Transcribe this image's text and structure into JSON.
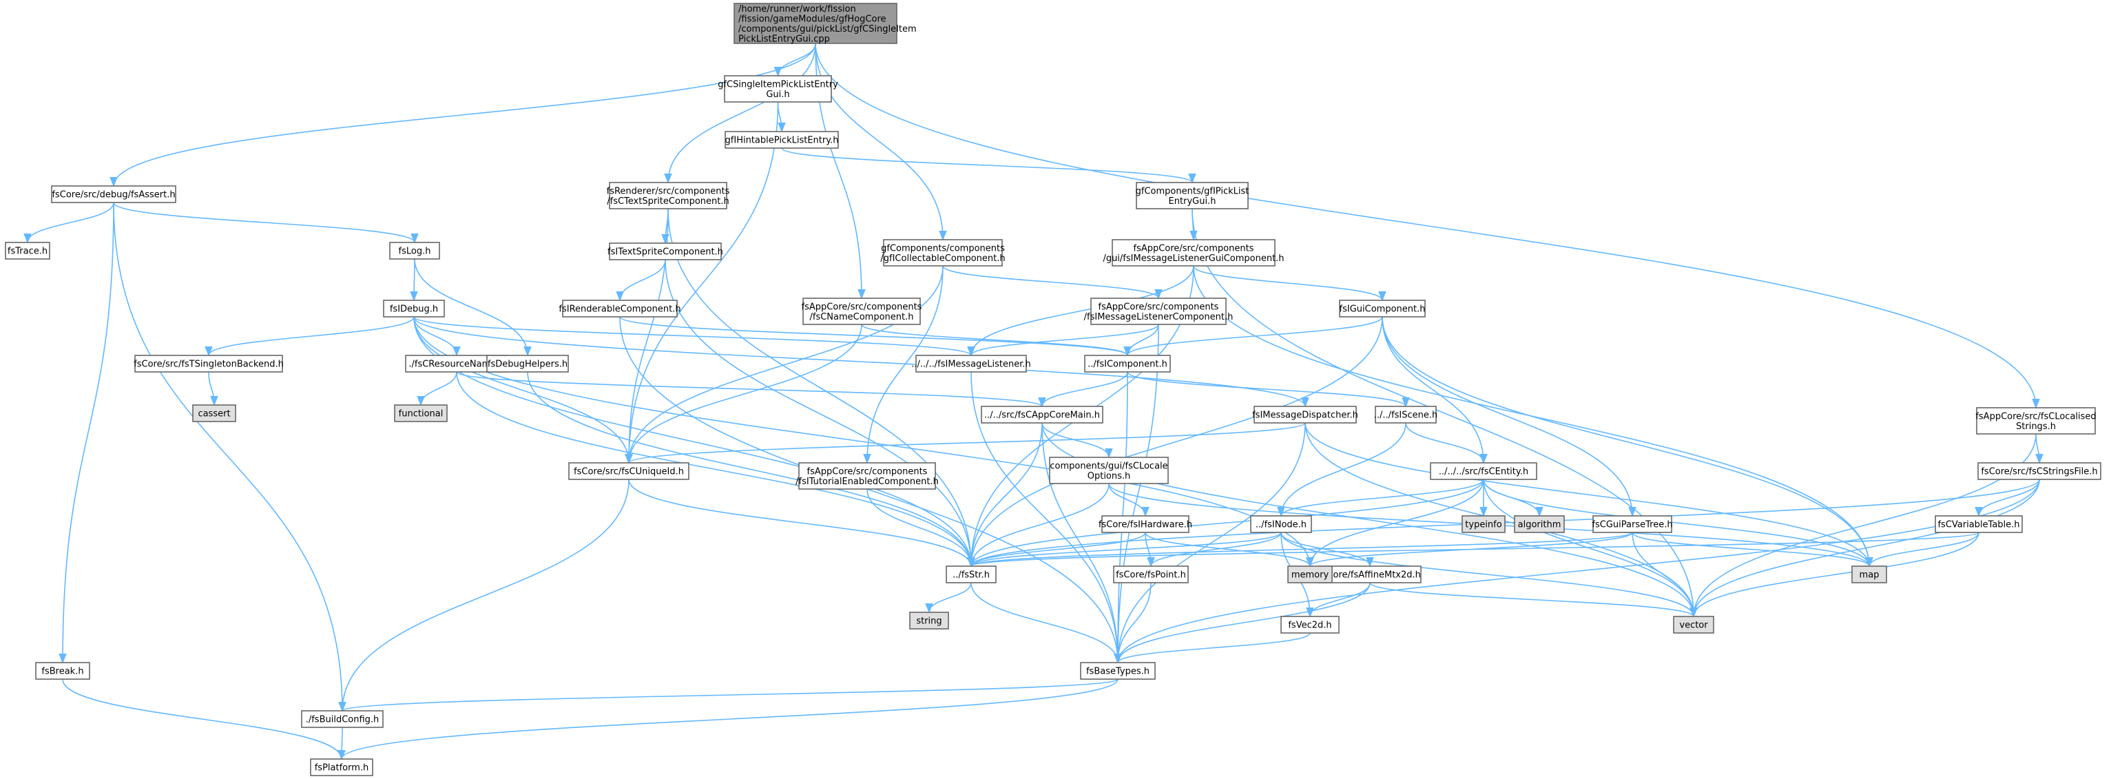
{
  "colors": {
    "edge": "#63b8ff",
    "box_border": "#666666",
    "root_fill": "#999999",
    "system_fill": "#e0e0e0",
    "box_fill": "#ffffff"
  },
  "nodes": [
    {
      "id": "root",
      "lines": [
        "/home/runner/work/fission",
        "/fission/gameModules/gfHogCore",
        "/components/gui/pickList/gfCSingleItem",
        "PickListEntryGui.cpp"
      ],
      "kind": "root"
    },
    {
      "id": "fsAssert",
      "lines": [
        "fsCore/src/debug/fsAssert.h"
      ],
      "kind": "file"
    },
    {
      "id": "fsTrace",
      "lines": [
        "fsTrace.h"
      ],
      "kind": "file"
    },
    {
      "id": "fsLog",
      "lines": [
        "fsLog.h"
      ],
      "kind": "file"
    },
    {
      "id": "fsIDebug",
      "lines": [
        "fsIDebug.h"
      ],
      "kind": "file"
    },
    {
      "id": "fsTSingleton",
      "lines": [
        "fsCore/src/fsTSingletonBackend.h"
      ],
      "kind": "file"
    },
    {
      "id": "cassert",
      "lines": [
        "cassert"
      ],
      "kind": "system"
    },
    {
      "id": "fsCResourceName",
      "lines": [
        "./fsCResourceName.h"
      ],
      "kind": "file"
    },
    {
      "id": "functional",
      "lines": [
        "functional"
      ],
      "kind": "system"
    },
    {
      "id": "fsDebugHelpers",
      "lines": [
        "fsDebugHelpers.h"
      ],
      "kind": "file"
    },
    {
      "id": "fsBreak",
      "lines": [
        "fsBreak.h"
      ],
      "kind": "file"
    },
    {
      "id": "fsBuildConfig",
      "lines": [
        "./fsBuildConfig.h"
      ],
      "kind": "file"
    },
    {
      "id": "fsPlatform",
      "lines": [
        "fsPlatform.h"
      ],
      "kind": "file"
    },
    {
      "id": "gfCSingleItem",
      "lines": [
        "gfCSingleItemPickListEntry",
        "Gui.h"
      ],
      "kind": "file"
    },
    {
      "id": "gfIHintable",
      "lines": [
        "gfIHintablePickListEntry.h"
      ],
      "kind": "file"
    },
    {
      "id": "fsCTextSprite",
      "lines": [
        "fsRenderer/src/components",
        "/fsCTextSpriteComponent.h"
      ],
      "kind": "file"
    },
    {
      "id": "fsITextSprite",
      "lines": [
        "fsITextSpriteComponent.h"
      ],
      "kind": "file"
    },
    {
      "id": "fsIRenderable",
      "lines": [
        "fsIRenderableComponent.h"
      ],
      "kind": "file"
    },
    {
      "id": "gfICollectable",
      "lines": [
        "gfComponents/components",
        "/gfICollectableComponent.h"
      ],
      "kind": "file"
    },
    {
      "id": "fsCNameComp",
      "lines": [
        "fsAppCore/src/components",
        "/fsCNameComponent.h"
      ],
      "kind": "file"
    },
    {
      "id": "fsIMsgListenerComp",
      "lines": [
        "fsAppCore/src/components",
        "/fsIMessageListenerComponent.h"
      ],
      "kind": "file"
    },
    {
      "id": "gfIPickList",
      "lines": [
        "gfComponents/gfIPickList",
        "EntryGui.h"
      ],
      "kind": "file"
    },
    {
      "id": "fsIMsgListenerGui",
      "lines": [
        "fsAppCore/src/components",
        "/gui/fsIMessageListenerGuiComponent.h"
      ],
      "kind": "file"
    },
    {
      "id": "fsIGuiComponent",
      "lines": [
        "fsIGuiComponent.h"
      ],
      "kind": "file"
    },
    {
      "id": "fsIMsgListener",
      "lines": [
        "../../../fsIMessageListener.h"
      ],
      "kind": "file"
    },
    {
      "id": "fsIComponent",
      "lines": [
        "../fsIComponent.h"
      ],
      "kind": "file"
    },
    {
      "id": "fsIScene",
      "lines": [
        "../../fsIScene.h"
      ],
      "kind": "file"
    },
    {
      "id": "fsCAppCoreMain",
      "lines": [
        "../../src/fsCAppCoreMain.h"
      ],
      "kind": "file"
    },
    {
      "id": "fsIMsgDispatcher",
      "lines": [
        "fsIMessageDispatcher.h"
      ],
      "kind": "file"
    },
    {
      "id": "fsCUniqueId",
      "lines": [
        "fsCore/src/fsCUniqueId.h"
      ],
      "kind": "file"
    },
    {
      "id": "fsITutorial",
      "lines": [
        "fsAppCore/src/components",
        "/fsITutorialEnabledComponent.h"
      ],
      "kind": "file"
    },
    {
      "id": "fsCLocaleOptions",
      "lines": [
        "components/gui/fsCLocale",
        "Options.h"
      ],
      "kind": "file"
    },
    {
      "id": "fsCEntity",
      "lines": [
        "../../../src/fsCEntity.h"
      ],
      "kind": "file"
    },
    {
      "id": "typeinfo",
      "lines": [
        "typeinfo"
      ],
      "kind": "system"
    },
    {
      "id": "algorithm",
      "lines": [
        "algorithm"
      ],
      "kind": "system"
    },
    {
      "id": "fsIHardware",
      "lines": [
        "fsCore/fsIHardware.h"
      ],
      "kind": "file"
    },
    {
      "id": "fsINode",
      "lines": [
        "../fsINode.h"
      ],
      "kind": "file"
    },
    {
      "id": "fsCGuiParseTree",
      "lines": [
        "fsCGuiParseTree.h"
      ],
      "kind": "file"
    },
    {
      "id": "fsAffineMtx2d",
      "lines": [
        "fsCore/fsAffineMtx2d.h"
      ],
      "kind": "file"
    },
    {
      "id": "memory",
      "lines": [
        "memory"
      ],
      "kind": "system"
    },
    {
      "id": "fsStr",
      "lines": [
        "../fsStr.h"
      ],
      "kind": "file"
    },
    {
      "id": "string",
      "lines": [
        "string"
      ],
      "kind": "system"
    },
    {
      "id": "fsPoint",
      "lines": [
        "fsCore/fsPoint.h"
      ],
      "kind": "file"
    },
    {
      "id": "fsVec2d",
      "lines": [
        "fsVec2d.h"
      ],
      "kind": "file"
    },
    {
      "id": "vector",
      "lines": [
        "vector"
      ],
      "kind": "system"
    },
    {
      "id": "map",
      "lines": [
        "map"
      ],
      "kind": "system"
    },
    {
      "id": "fsBaseTypes",
      "lines": [
        "fsBaseTypes.h"
      ],
      "kind": "file"
    },
    {
      "id": "fsCLocalisedStrings",
      "lines": [
        "fsAppCore/src/fsCLocalised",
        "Strings.h"
      ],
      "kind": "file"
    },
    {
      "id": "fsCStringsFile",
      "lines": [
        "fsCore/src/fsCStringsFile.h"
      ],
      "kind": "file"
    },
    {
      "id": "fsCVariableTable",
      "lines": [
        "fsCVariableTable.h"
      ],
      "kind": "file"
    }
  ],
  "edges": [
    [
      "root",
      "fsAssert"
    ],
    [
      "root",
      "gfCSingleItem"
    ],
    [
      "root",
      "fsCTextSprite"
    ],
    [
      "root",
      "gfICollectable"
    ],
    [
      "root",
      "fsCNameComp"
    ],
    [
      "root",
      "fsCLocalisedStrings"
    ],
    [
      "fsAssert",
      "fsTrace"
    ],
    [
      "fsAssert",
      "fsLog"
    ],
    [
      "fsAssert",
      "fsBreak"
    ],
    [
      "fsAssert",
      "fsBuildConfig"
    ],
    [
      "fsLog",
      "fsIDebug"
    ],
    [
      "fsLog",
      "fsDebugHelpers"
    ],
    [
      "fsIDebug",
      "fsTSingleton"
    ],
    [
      "fsIDebug",
      "fsCResourceName"
    ],
    [
      "fsIDebug",
      "fsStr"
    ],
    [
      "fsIDebug",
      "fsCUniqueId"
    ],
    [
      "fsIDebug",
      "fsIMsgListener"
    ],
    [
      "fsIDebug",
      "fsIMsgDispatcher"
    ],
    [
      "fsIDebug",
      "memory"
    ],
    [
      "fsTSingleton",
      "cassert"
    ],
    [
      "fsCResourceName",
      "functional"
    ],
    [
      "fsCResourceName",
      "fsStr"
    ],
    [
      "fsCResourceName",
      "fsCAppCoreMain"
    ],
    [
      "fsDebugHelpers",
      "fsStr"
    ],
    [
      "fsBreak",
      "fsPlatform"
    ],
    [
      "fsBuildConfig",
      "fsPlatform"
    ],
    [
      "gfCSingleItem",
      "gfIHintable"
    ],
    [
      "gfCSingleItem",
      "fsCUniqueId"
    ],
    [
      "gfIHintable",
      "gfIPickList"
    ],
    [
      "gfIPickList",
      "fsIMsgListenerGui"
    ],
    [
      "gfIPickList",
      "vector"
    ],
    [
      "fsCTextSprite",
      "fsITextSprite"
    ],
    [
      "fsCTextSprite",
      "fsStr"
    ],
    [
      "fsCTextSprite",
      "fsCUniqueId"
    ],
    [
      "fsITextSprite",
      "fsIRenderable"
    ],
    [
      "fsITextSprite",
      "fsStr"
    ],
    [
      "fsIRenderable",
      "fsIComponent"
    ],
    [
      "fsIRenderable",
      "fsBaseTypes"
    ],
    [
      "gfICollectable",
      "fsIMsgListenerComp"
    ],
    [
      "gfICollectable",
      "fsITutorial"
    ],
    [
      "gfICollectable",
      "fsCUniqueId"
    ],
    [
      "fsCNameComp",
      "fsIComponent"
    ],
    [
      "fsCNameComp",
      "fsCUniqueId"
    ],
    [
      "fsIMsgListenerComp",
      "fsIComponent"
    ],
    [
      "fsIMsgListenerComp",
      "fsIMsgListener"
    ],
    [
      "fsIMsgListenerComp",
      "fsBaseTypes"
    ],
    [
      "fsIMsgListenerGui",
      "fsIGuiComponent"
    ],
    [
      "fsIMsgListenerGui",
      "fsIMsgListener"
    ],
    [
      "fsIMsgListenerGui",
      "fsStr"
    ],
    [
      "fsIMsgListenerGui",
      "map"
    ],
    [
      "fsIGuiComponent",
      "fsIComponent"
    ],
    [
      "fsIGuiComponent",
      "fsCEntity"
    ],
    [
      "fsIGuiComponent",
      "fsCGuiParseTree"
    ],
    [
      "fsIGuiComponent",
      "fsStr"
    ],
    [
      "fsIGuiComponent",
      "map"
    ],
    [
      "fsIMsgListener",
      "fsBaseTypes"
    ],
    [
      "fsIComponent",
      "fsCAppCoreMain"
    ],
    [
      "fsIComponent",
      "fsIScene"
    ],
    [
      "fsIComponent",
      "fsBaseTypes"
    ],
    [
      "fsIScene",
      "fsCEntity"
    ],
    [
      "fsIScene",
      "fsINode"
    ],
    [
      "fsCAppCoreMain",
      "fsCLocaleOptions"
    ],
    [
      "fsCAppCoreMain",
      "fsStr"
    ],
    [
      "fsCAppCoreMain",
      "fsBaseTypes"
    ],
    [
      "fsCAppCoreMain",
      "vector"
    ],
    [
      "fsIMsgDispatcher",
      "fsCUniqueId"
    ],
    [
      "fsIMsgDispatcher",
      "map"
    ],
    [
      "fsIMsgDispatcher",
      "vector"
    ],
    [
      "fsIMsgDispatcher",
      "fsBaseTypes"
    ],
    [
      "fsCUniqueId",
      "fsStr"
    ],
    [
      "fsCUniqueId",
      "fsBuildConfig"
    ],
    [
      "fsITutorial",
      "fsStr"
    ],
    [
      "fsCLocaleOptions",
      "fsIHardware"
    ],
    [
      "fsCLocaleOptions",
      "fsStr"
    ],
    [
      "fsCLocaleOptions",
      "map"
    ],
    [
      "fsCEntity",
      "typeinfo"
    ],
    [
      "fsCEntity",
      "algorithm"
    ],
    [
      "fsCEntity",
      "fsINode"
    ],
    [
      "fsCEntity",
      "memory"
    ],
    [
      "fsCEntity",
      "vector"
    ],
    [
      "fsCEntity",
      "map"
    ],
    [
      "fsCEntity",
      "fsStr"
    ],
    [
      "fsIHardware",
      "fsPoint"
    ],
    [
      "fsIHardware",
      "fsStr"
    ],
    [
      "fsIHardware",
      "memory"
    ],
    [
      "fsINode",
      "fsAffineMtx2d"
    ],
    [
      "fsINode",
      "fsPoint"
    ],
    [
      "fsINode",
      "fsVec2d"
    ],
    [
      "fsINode",
      "fsStr"
    ],
    [
      "fsINode",
      "vector"
    ],
    [
      "fsCGuiParseTree",
      "fsStr"
    ],
    [
      "fsCGuiParseTree",
      "memory"
    ],
    [
      "fsCGuiParseTree",
      "vector"
    ],
    [
      "fsCGuiParseTree",
      "map"
    ],
    [
      "fsAffineMtx2d",
      "fsVec2d"
    ],
    [
      "fsAffineMtx2d",
      "fsBaseTypes"
    ],
    [
      "fsAffineMtx2d",
      "vector"
    ],
    [
      "fsStr",
      "string"
    ],
    [
      "fsStr",
      "fsBaseTypes"
    ],
    [
      "fsPoint",
      "fsBaseTypes"
    ],
    [
      "fsVec2d",
      "fsBaseTypes"
    ],
    [
      "fsBaseTypes",
      "fsBuildConfig"
    ],
    [
      "fsBaseTypes",
      "fsPlatform"
    ],
    [
      "fsCLocalisedStrings",
      "fsCStringsFile"
    ],
    [
      "fsCLocalisedStrings",
      "vector"
    ],
    [
      "fsCStringsFile",
      "fsCVariableTable"
    ],
    [
      "fsCStringsFile",
      "fsStr"
    ],
    [
      "fsCStringsFile",
      "vector"
    ],
    [
      "fsCStringsFile",
      "fsBaseTypes"
    ],
    [
      "fsCVariableTable",
      "fsStr"
    ],
    [
      "fsCVariableTable",
      "vector"
    ],
    [
      "fsCVariableTable",
      "map"
    ]
  ]
}
